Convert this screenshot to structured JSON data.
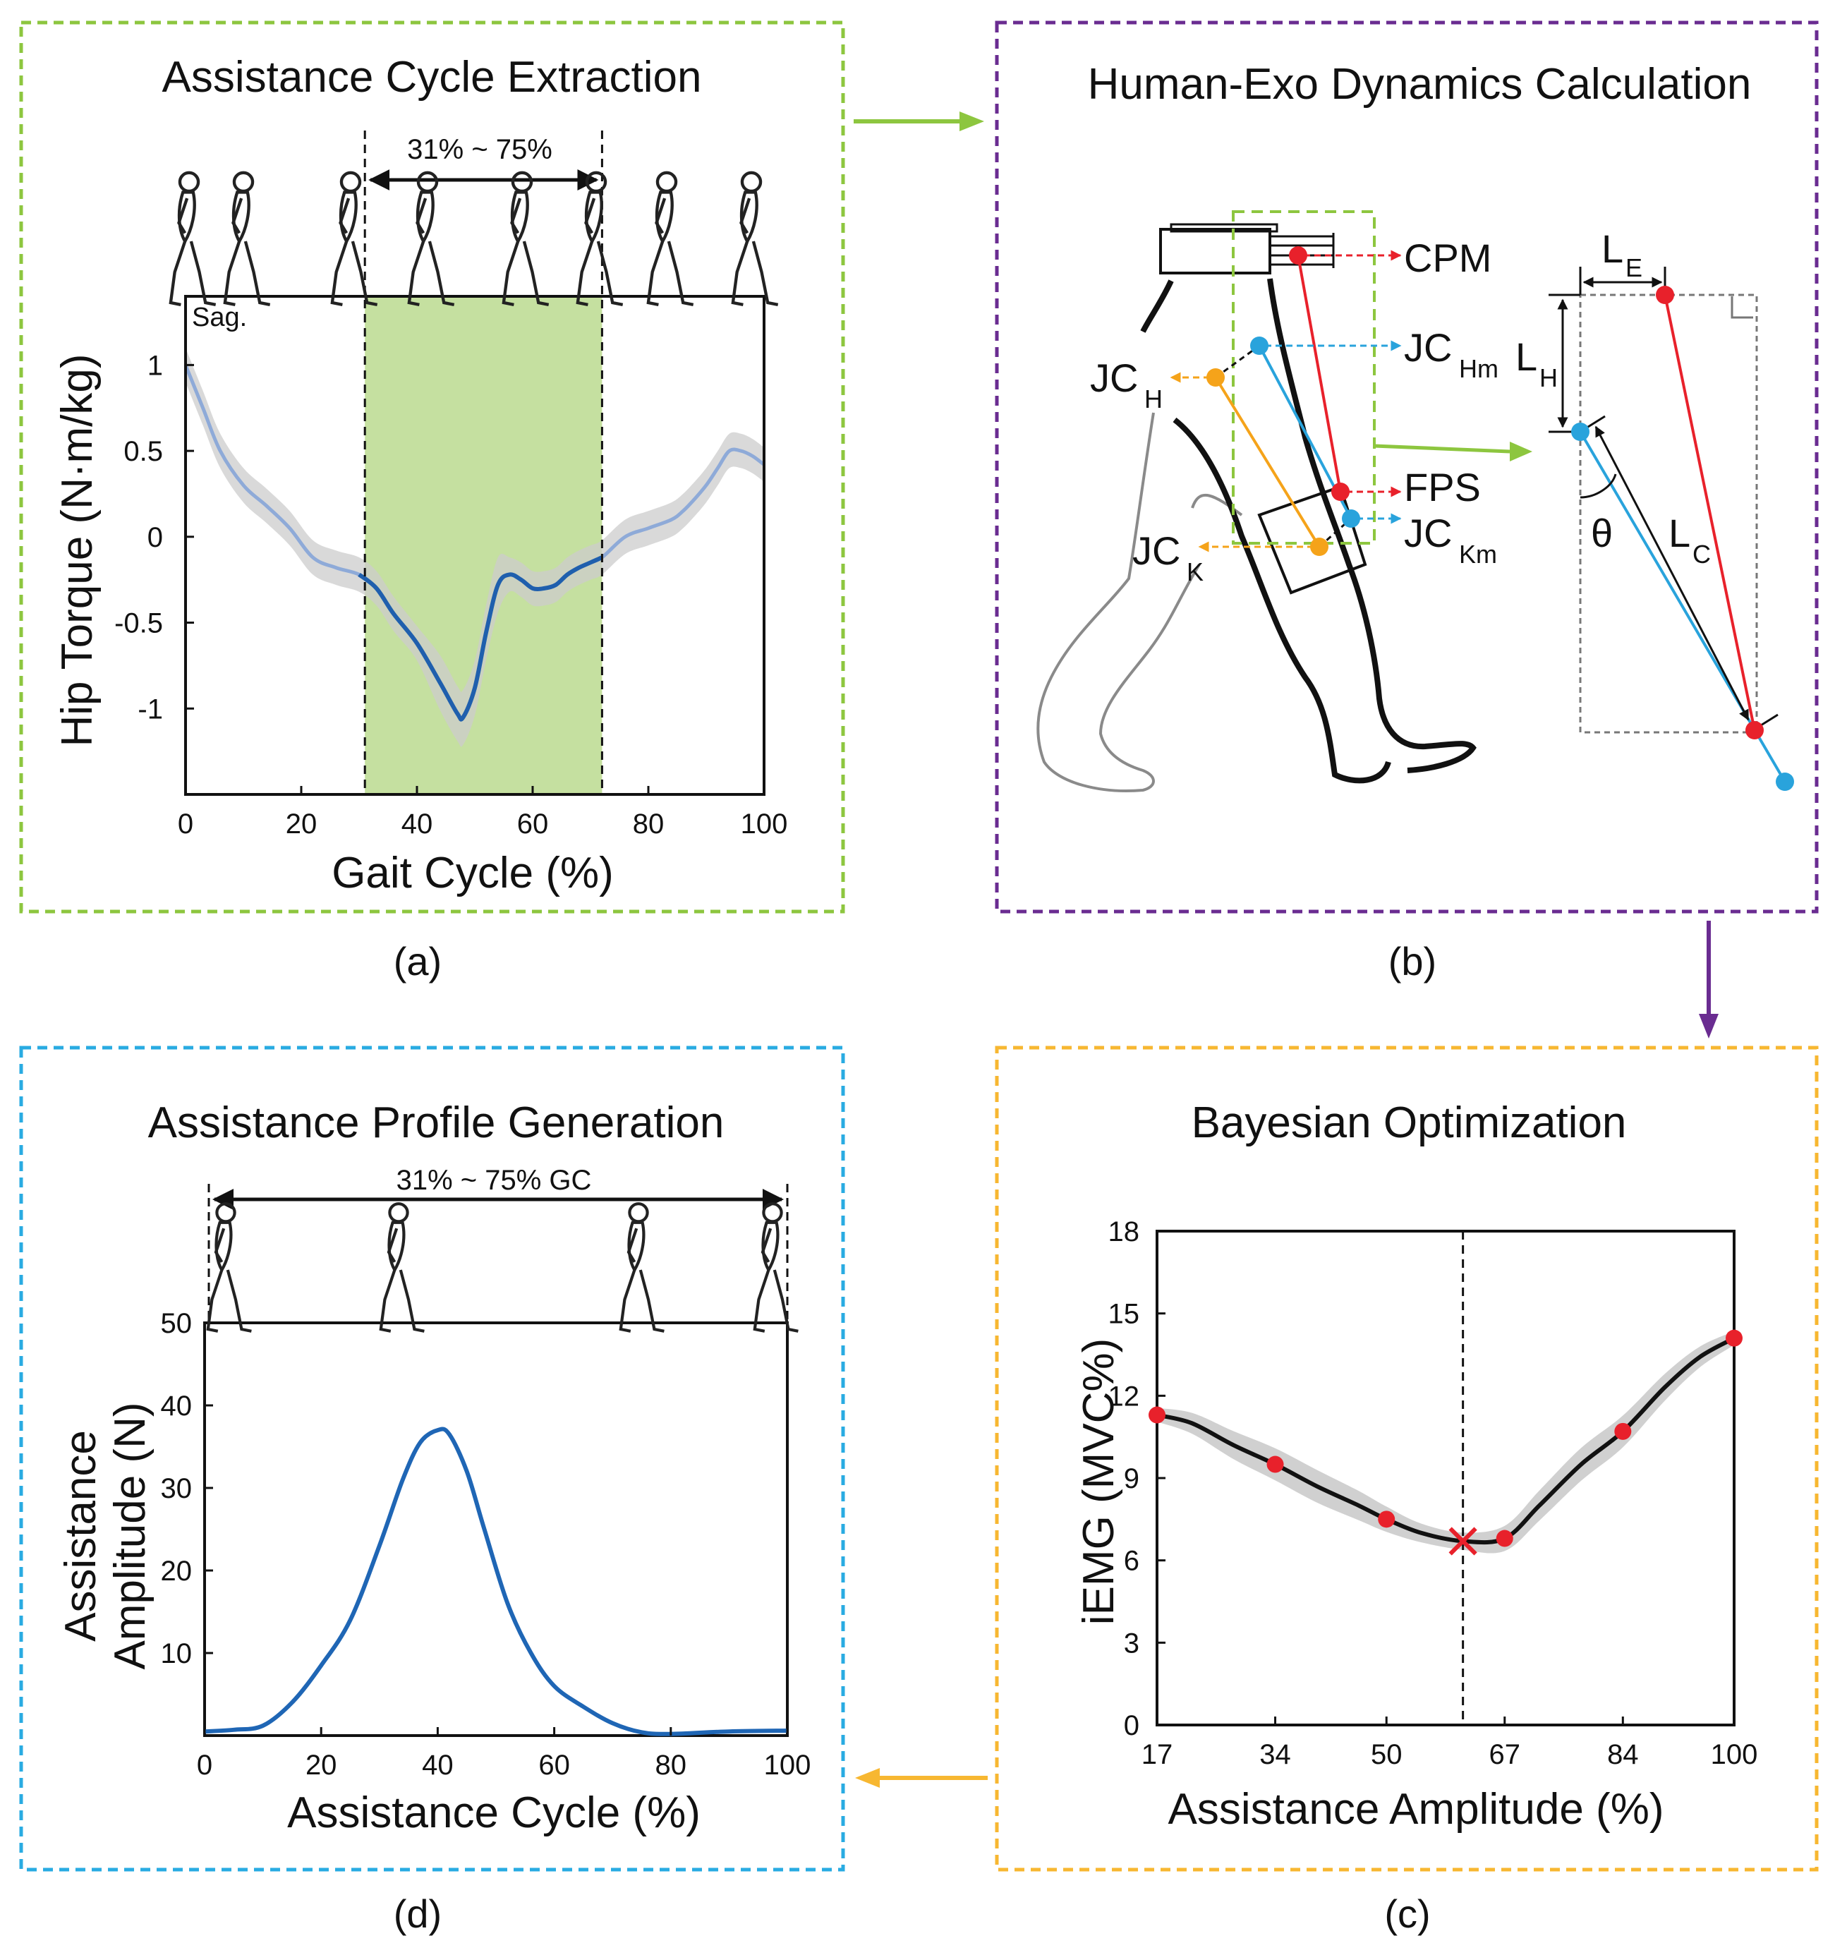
{
  "panels": {
    "a": {
      "title": "Assistance Cycle Extraction",
      "caption": "(a)",
      "range_label": "31% ~ 75%",
      "corner_label": "Sag.",
      "frame_color": "#8dc63f"
    },
    "b": {
      "title": "Human-Exo Dynamics Calculation",
      "caption": "(b)",
      "frame_color": "#6a2c91",
      "labels": {
        "cpm": "CPM",
        "fps": "FPS",
        "jc": "JC",
        "sub_hm": "Hm",
        "sub_km": "Km",
        "sub_h": "H",
        "sub_k": "K",
        "l": "L",
        "sub_e": "E",
        "sub_c": "C",
        "theta": "θ"
      }
    },
    "c": {
      "title": "Bayesian Optimization",
      "caption": "(c)",
      "frame_color": "#f7b731"
    },
    "d": {
      "title": "Assistance Profile Generation",
      "caption": "(d)",
      "range_label": "31% ~ 75% GC",
      "frame_color": "#29abe2"
    }
  },
  "colors": {
    "green_arrow": "#8dc63f",
    "purple_arrow": "#6a2c91",
    "orange_arrow": "#f7b731",
    "torque_line": "#1f5fad",
    "band": "#cccccc",
    "stance_fill": "#c5e0a0",
    "red_point": "#e8212b",
    "blue_point": "#29a3dc",
    "orange_point": "#f5a31a"
  },
  "chart_data": [
    {
      "id": "a",
      "type": "line",
      "xlabel": "Gait Cycle (%)",
      "ylabel": "Hip Torque (N·m/kg)",
      "xlim": [
        0,
        100
      ],
      "ylim": [
        -1.5,
        1.4
      ],
      "xticks": [
        0,
        20,
        40,
        60,
        80,
        100
      ],
      "yticks": [
        1,
        0.5,
        0,
        -0.5,
        -1
      ],
      "ytick_labels": [
        "1",
        "0.5",
        "0",
        "-0.5",
        "-1"
      ],
      "highlight_range": [
        31,
        72
      ],
      "series": [
        {
          "x": [
            0,
            3,
            6,
            10,
            14,
            18,
            22,
            26,
            30,
            33,
            36,
            40,
            44,
            47,
            48,
            50,
            52,
            54,
            56,
            58,
            60,
            62,
            64,
            66,
            68,
            70,
            72,
            76,
            80,
            84,
            86,
            88,
            90,
            92,
            94,
            96,
            98,
            100
          ],
          "y": [
            1.0,
            0.75,
            0.5,
            0.3,
            0.18,
            0.05,
            -0.12,
            -0.18,
            -0.22,
            -0.3,
            -0.45,
            -0.62,
            -0.85,
            -1.03,
            -1.05,
            -0.88,
            -0.55,
            -0.28,
            -0.22,
            -0.25,
            -0.3,
            -0.3,
            -0.28,
            -0.22,
            -0.18,
            -0.15,
            -0.12,
            0.0,
            0.05,
            0.1,
            0.15,
            0.22,
            0.3,
            0.4,
            0.5,
            0.5,
            0.47,
            0.42
          ],
          "band_halfwidth": 0.1
        }
      ]
    },
    {
      "id": "c",
      "type": "line",
      "xlabel": "Assistance Amplitude (%)",
      "ylabel": "iEMG (MVC%)",
      "xlim": [
        17,
        100
      ],
      "ylim": [
        0,
        18
      ],
      "xticks": [
        17,
        34,
        50,
        67,
        84,
        100
      ],
      "yticks": [
        0,
        3,
        6,
        9,
        12,
        15,
        18
      ],
      "optimum": {
        "x": 61,
        "y": 6.7
      },
      "points": {
        "x": [
          17,
          34,
          50,
          67,
          84,
          100
        ],
        "y": [
          11.3,
          9.5,
          7.5,
          6.8,
          10.7,
          14.1
        ]
      },
      "series": [
        {
          "x": [
            17,
            22,
            28,
            34,
            40,
            46,
            50,
            55,
            61,
            67,
            72,
            78,
            84,
            90,
            95,
            100
          ],
          "y": [
            11.3,
            11.0,
            10.2,
            9.5,
            8.7,
            8.0,
            7.5,
            7.0,
            6.7,
            6.8,
            8.0,
            9.5,
            10.7,
            12.3,
            13.4,
            14.1
          ]
        }
      ]
    },
    {
      "id": "d",
      "type": "line",
      "xlabel": "Assistance Cycle (%)",
      "ylabel": "Assistance Amplitude (N)",
      "xlim": [
        0,
        100
      ],
      "ylim": [
        0,
        50
      ],
      "xticks": [
        0,
        20,
        40,
        60,
        80,
        100
      ],
      "yticks": [
        10,
        20,
        30,
        40,
        50
      ],
      "series": [
        {
          "x": [
            0,
            5,
            10,
            15,
            20,
            25,
            30,
            34,
            37,
            40,
            42,
            45,
            48,
            52,
            56,
            60,
            65,
            70,
            75,
            80,
            90,
            100
          ],
          "y": [
            0.5,
            0.7,
            1.2,
            4.0,
            8.5,
            14.0,
            23.0,
            31.0,
            35.5,
            37.0,
            36.5,
            32.0,
            25.0,
            16.0,
            10.0,
            6.0,
            3.5,
            1.5,
            0.4,
            0.2,
            0.5,
            0.6
          ]
        }
      ]
    }
  ]
}
